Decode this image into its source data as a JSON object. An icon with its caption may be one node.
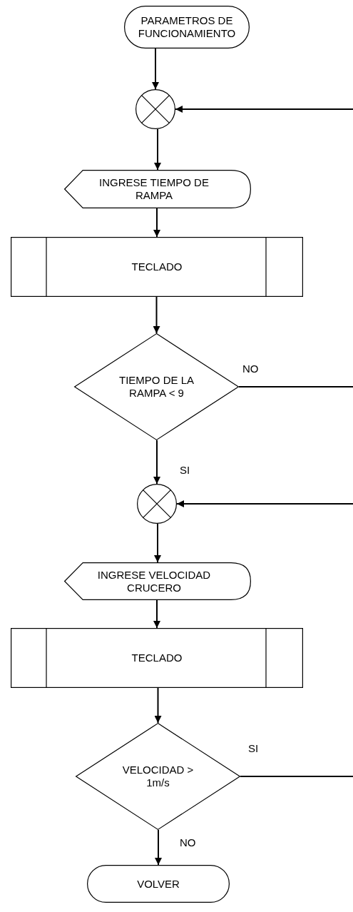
{
  "diagram": {
    "nodes": [
      {
        "text": [
          "PARAMETROS DE FUNCIONAMIENTO"
        ]
      },
      {
        "text": [],
        "shape": "circle"
      },
      {
        "text": [
          "INGRESE TIEMPO DE RAMPA"
        ]
      },
      {
        "text": [
          "TECLADO"
        ]
      },
      {
        "text": [
          "TIEMPO DE LA RAMPA < 9"
        ]
      },
      {
        "text": [],
        "shape": "circle"
      },
      {
        "text": [
          "INGRESE VELOCIDAD CRUCERO"
        ]
      },
      {
        "text": [
          "TECLADO"
        ]
      },
      {
        "text": [
          "VELOCIDAD > 1m/s"
        ]
      },
      {
        "text": [
          "VOLVER"
        ]
      }
    ],
    "edges": [
      {
        "from": 0,
        "to": 1,
        "arrow": "to"
      },
      {
        "from": 1,
        "to": 2,
        "arrow": "to"
      },
      {
        "from": 2,
        "to": 3,
        "arrow": "to"
      },
      {
        "from": 3,
        "to": 4,
        "arrow": "to"
      },
      {
        "from": 4,
        "to": null,
        "arrow": "none",
        "label": "NO"
      },
      {
        "from": null,
        "to": 1,
        "arrow": "to"
      },
      {
        "from": 4,
        "to": 5,
        "arrow": "to",
        "label": "SI"
      },
      {
        "from": null,
        "to": 5,
        "arrow": "to"
      },
      {
        "from": 5,
        "to": 6,
        "arrow": "to"
      },
      {
        "from": 6,
        "to": 7,
        "arrow": "to"
      },
      {
        "from": 7,
        "to": 8,
        "arrow": "to"
      },
      {
        "from": 8,
        "to": null,
        "arrow": "none",
        "label": "SI"
      },
      {
        "from": 8,
        "to": 9,
        "arrow": "to",
        "label": "NO"
      }
    ]
  }
}
